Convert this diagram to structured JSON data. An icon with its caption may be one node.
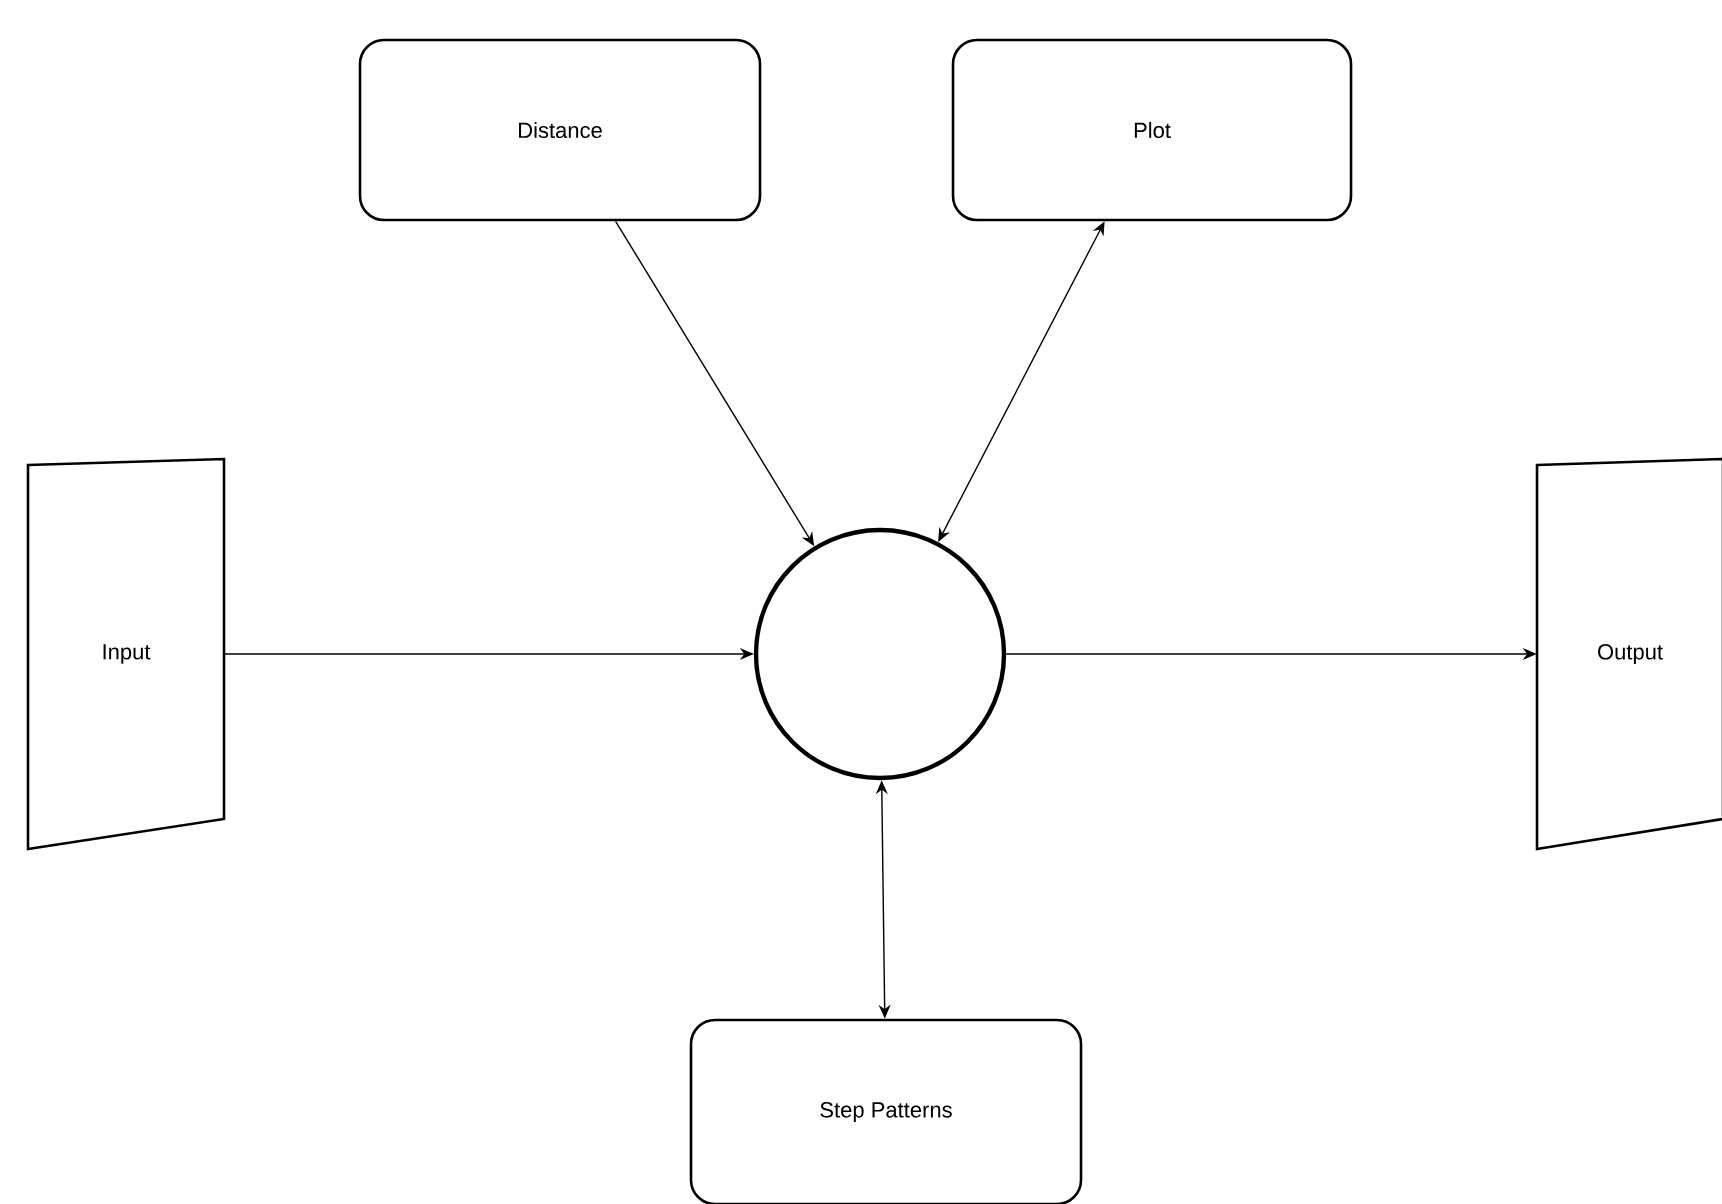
{
  "diagram": {
    "nodes": [
      {
        "text": [
          "Distance"
        ]
      },
      {
        "text": [
          "Plot"
        ]
      },
      {
        "text": [
          "Input"
        ]
      },
      {
        "text": [],
        "shape": "circle"
      },
      {
        "text": [
          "Output"
        ]
      },
      {
        "text": [
          "Step Patterns"
        ]
      }
    ],
    "edges": [
      {
        "from": 0,
        "to": 3,
        "arrow": "to"
      },
      {
        "from": 1,
        "to": 3,
        "arrow": "both"
      },
      {
        "from": 2,
        "to": 3,
        "arrow": "to"
      },
      {
        "from": 3,
        "to": 4,
        "arrow": "to"
      },
      {
        "from": 3,
        "to": 5,
        "arrow": "both"
      }
    ]
  }
}
